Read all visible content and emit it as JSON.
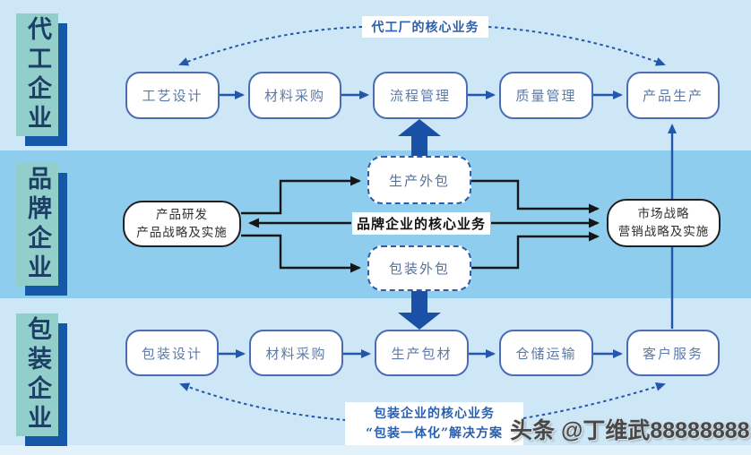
{
  "colors": {
    "band_light": "#cde7f6",
    "band_middle": "#8ecdee",
    "band_bottom_strip": "#e3f1fb",
    "band_label_fill": "#92cfca",
    "band_label_shadow": "#1558a8",
    "band_label_text": "#1c3f66",
    "node_border_blue": "#4a6cb3",
    "node_text_blue": "#5c7aa8",
    "arrow_blue": "#2457ac",
    "arrow_black": "#161616",
    "block_arrow_blue": "#1a50a5",
    "core_label_blue": "#2b5faf",
    "dark_node_border": "#1f1f1f",
    "watermark_color": "#484848"
  },
  "bands": {
    "oem": {
      "label": "代工企业",
      "core_label": "代工厂的核心业务",
      "nodes": [
        "工艺设计",
        "材料采购",
        "流程管理",
        "质量管理",
        "产品生产"
      ]
    },
    "brand": {
      "label": "品牌企业",
      "core_label": "品牌企业的核心业务",
      "left_node": {
        "line1": "产品研发",
        "line2": "产品战略及实施"
      },
      "right_node": {
        "line1": "市场战略",
        "line2": "营销战略及实施"
      },
      "production_outsourcing": "生产外包",
      "packaging_outsourcing": "包装外包"
    },
    "packaging": {
      "label": "包装企业",
      "core_label_line1": "包装企业的核心业务",
      "core_label_line2": "“包装一体化”解决方案",
      "nodes": [
        "包装设计",
        "材料采购",
        "生产包材",
        "仓储运输",
        "客户服务"
      ]
    }
  },
  "watermark": "头条 @丁维武88888888"
}
